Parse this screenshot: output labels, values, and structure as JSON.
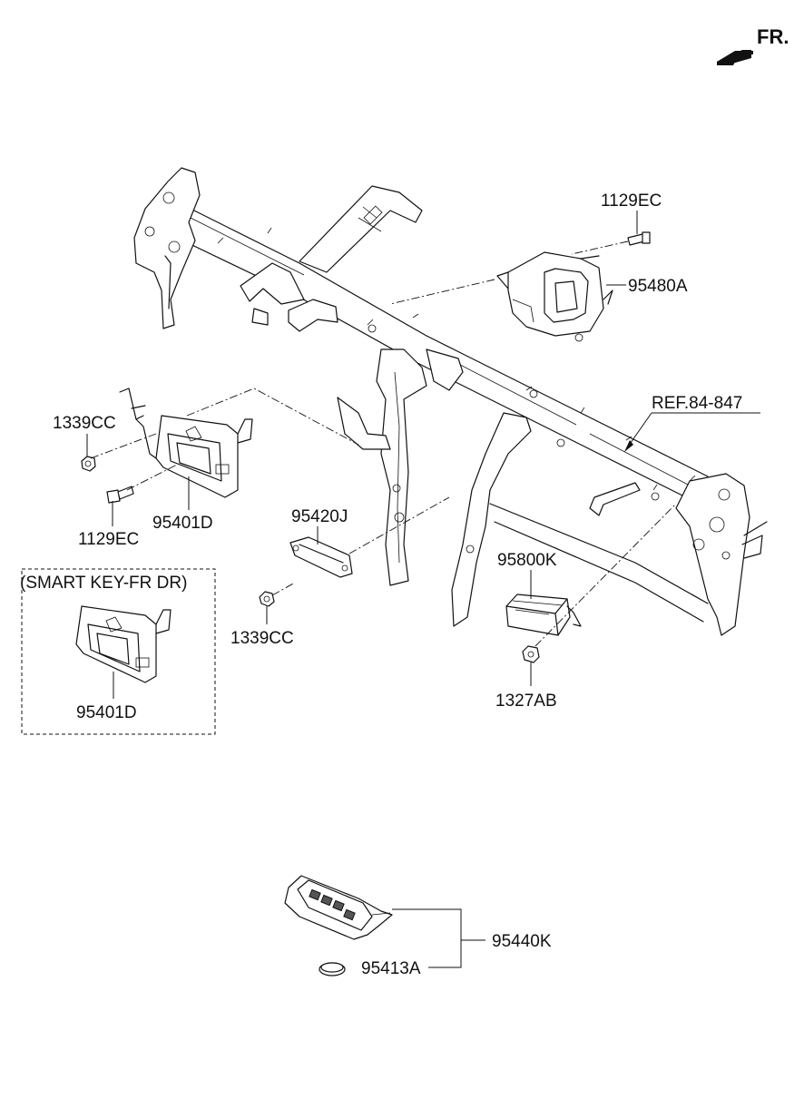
{
  "direction": {
    "label": "FR."
  },
  "reference": {
    "label": "REF.84-847"
  },
  "smart_key_box": {
    "title": "(SMART KEY-FR DR)",
    "part": "95401D"
  },
  "parts": {
    "bolt_top": "1129EC",
    "steering_module": "95480A",
    "nut_left": "1339CC",
    "module_left": "95401D",
    "bolt_left": "1129EC",
    "bracket_mid": "95420J",
    "nut_mid": "1339CC",
    "module_right": "95800K",
    "nut_right": "1327AB",
    "key_fob": "95440K",
    "battery": "95413A"
  }
}
